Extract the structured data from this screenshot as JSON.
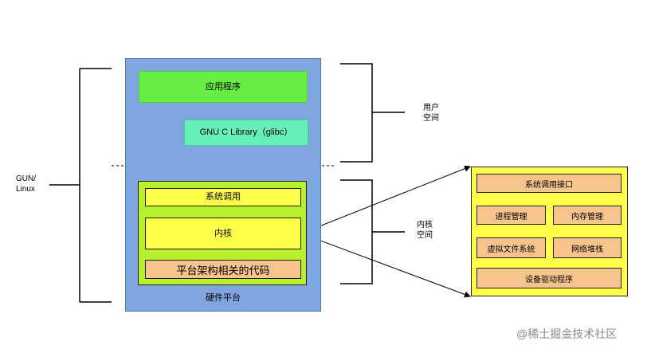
{
  "diagram": {
    "gnu_linux_label": "GUN/\nLinux",
    "user_space_label": "用户\n空间",
    "kernel_space_label": "内核\n空间",
    "hardware_platform": "硬件平台",
    "application": "应用程序",
    "glibc": "GNU C Library（glibc）",
    "system_call": "系统调用",
    "kernel": "内核",
    "arch_code": "平台架构相关的代码"
  },
  "kernel_detail": {
    "system_call_interface": "系统调用接口",
    "process_management": "进程管理",
    "memory_management": "内存管理",
    "virtual_file_system": "虚拟文件系统",
    "network_stack": "网络堆栈",
    "device_drivers": "设备驱动程序"
  },
  "watermark": {
    "credit": "@稀土掘金技术社区"
  },
  "colors": {
    "hardware": "#7fa6e0",
    "application": "#66ee44",
    "glibc": "#66f0b8",
    "kernel_area": "#b8f02e",
    "kernel_block": "#ffff4a",
    "arch_block": "#f8c48e"
  }
}
